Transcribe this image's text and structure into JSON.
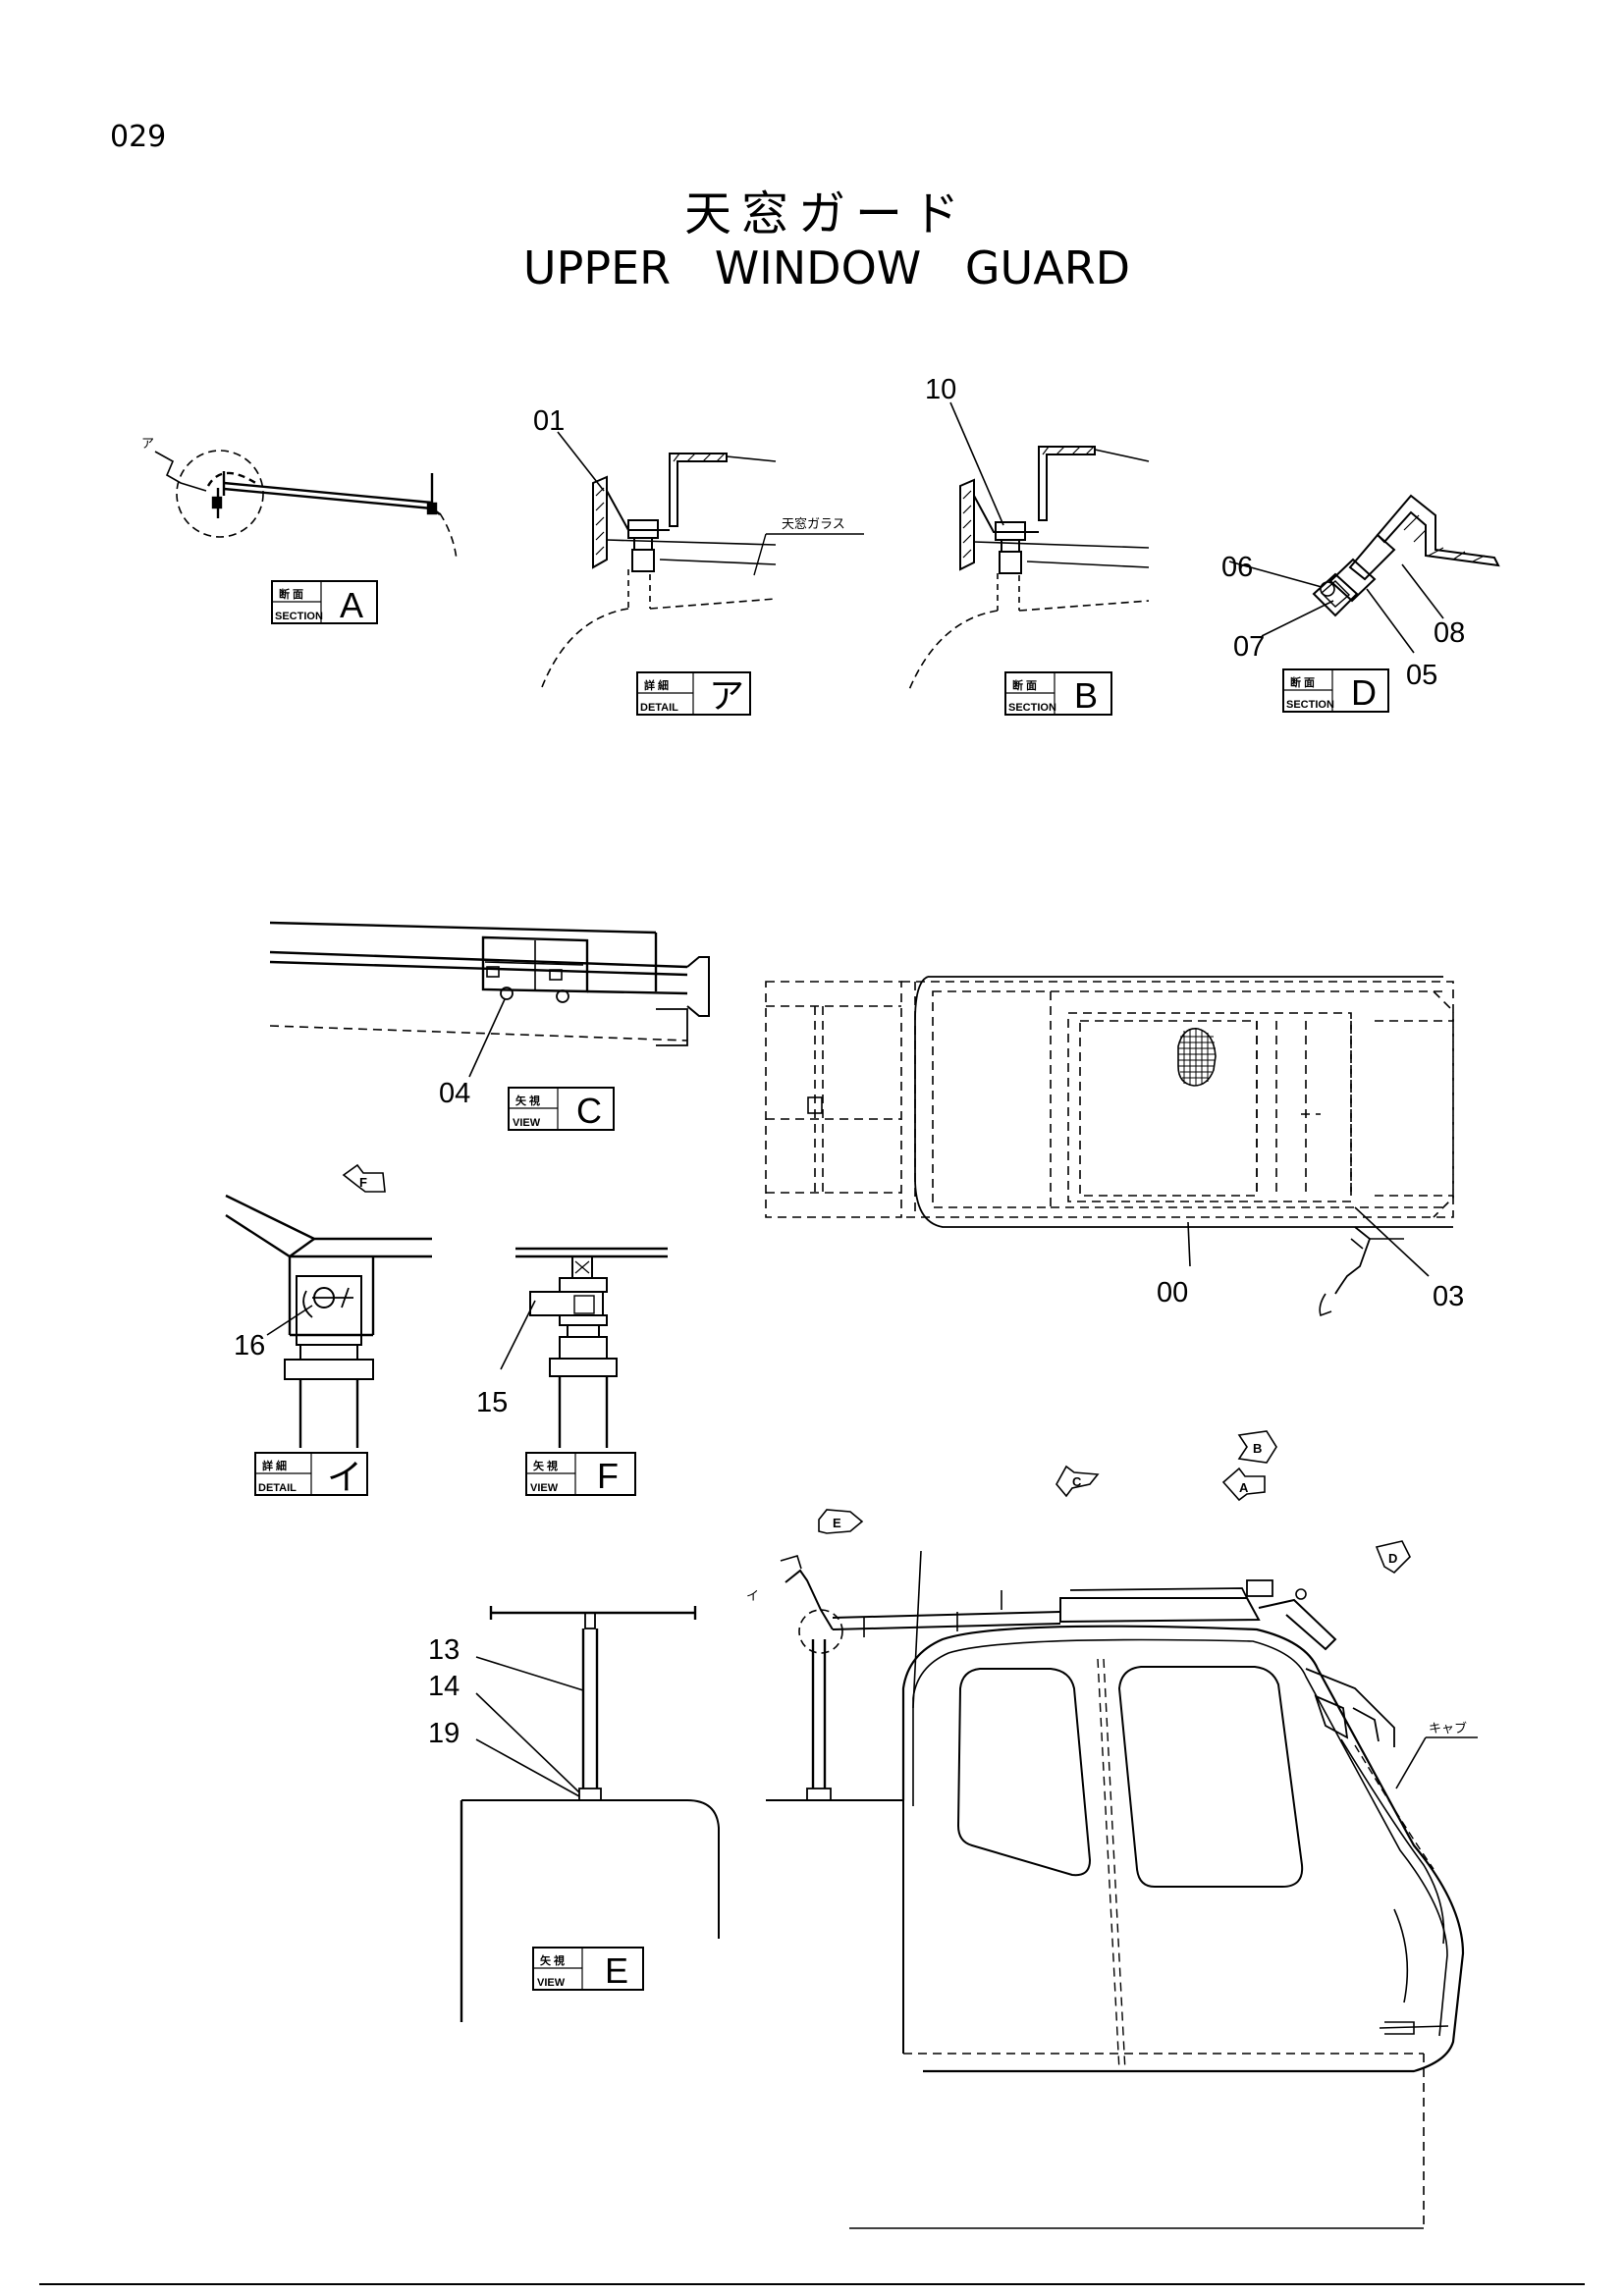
{
  "page_number": "029",
  "title_jp": "天窓ガード",
  "title_en": "UPPER   WINDOW   GUARD",
  "colors": {
    "line": "#000000",
    "background": "#ffffff"
  },
  "labels": {
    "section_jp": "断 面",
    "section_en": "SECTION",
    "detail_jp": "詳 細",
    "detail_en": "DETAIL",
    "view_jp": "矢 視",
    "view_en": "VIEW"
  },
  "views": {
    "a": "A",
    "detail_a": "ア",
    "b": "B",
    "d": "D",
    "c": "C",
    "detail_i": "イ",
    "f": "F",
    "e": "E"
  },
  "callouts": {
    "p00": "00",
    "p01": "01",
    "p03": "03",
    "p04": "04",
    "p05": "05",
    "p06": "06",
    "p07": "07",
    "p08": "08",
    "p10": "10",
    "p13": "13",
    "p14": "14",
    "p15": "15",
    "p16": "16",
    "p19": "19"
  },
  "annotations": {
    "skylight_glass": "天窓ガラス",
    "cab": "キャブ",
    "marker_a": "ア",
    "marker_i": "イ"
  }
}
